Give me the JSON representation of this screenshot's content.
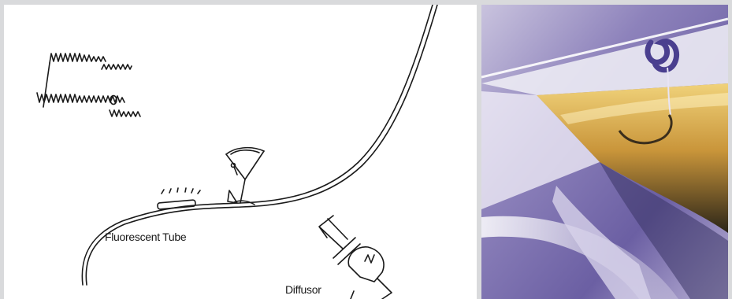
{
  "diagram": {
    "labels": {
      "fluorescent_tube": "Fluorescent Tube",
      "diffusor": "Diffusor"
    },
    "elements": [
      "light-bank-sketch",
      "background-sweep",
      "fluorescent-tube",
      "martini-glass",
      "flash-with-diffusor"
    ]
  },
  "photo": {
    "subject": "martini-glass-photo",
    "colors": {
      "background": "#7a6fae",
      "liquid": "#d9a845",
      "liquid_dark": "#2a2418",
      "twist": "#4a3f8f"
    }
  },
  "colors": {
    "page_background": "#d9dadc",
    "line": "#1a1a1a"
  }
}
